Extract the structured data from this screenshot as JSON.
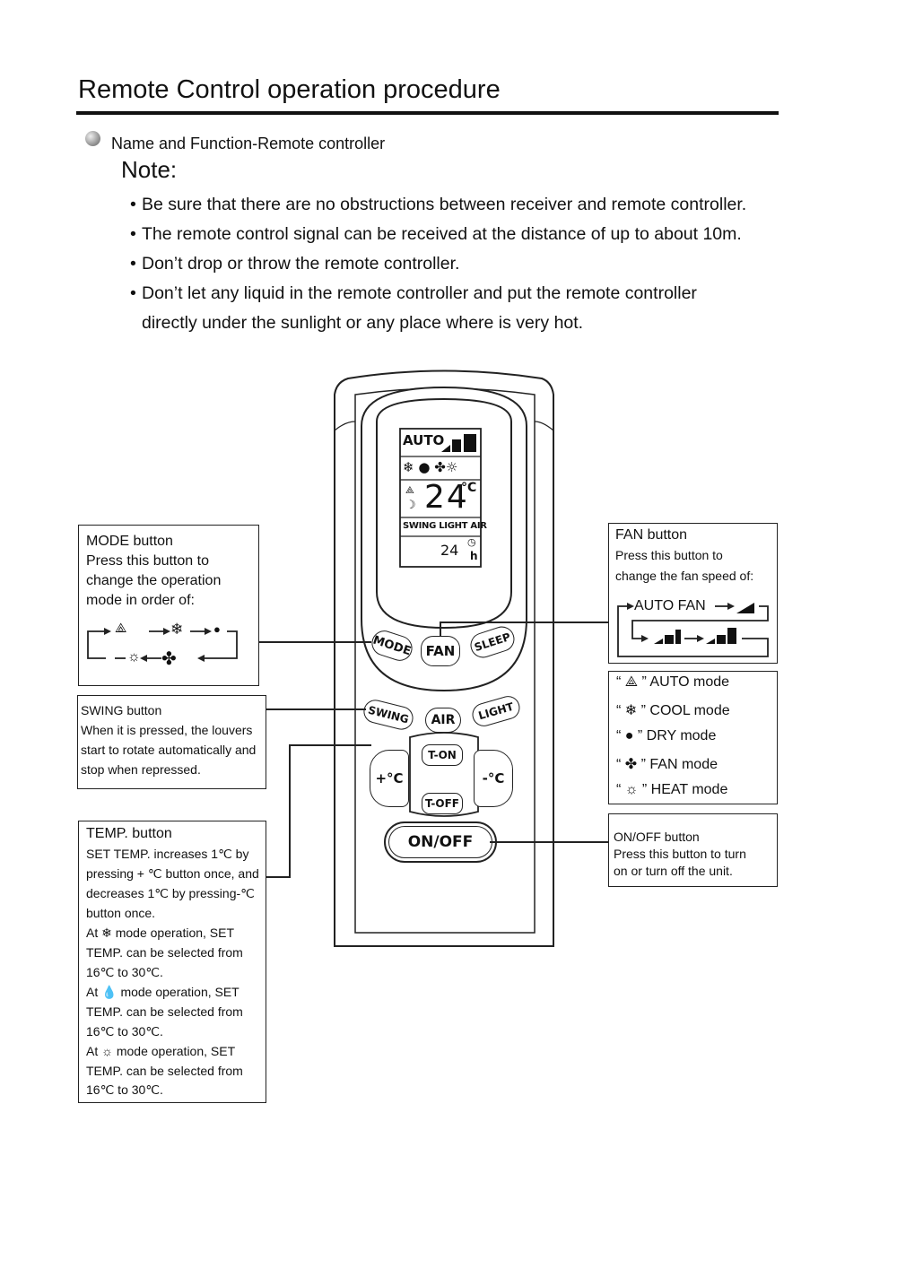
{
  "page": {
    "title": "Remote Control operation procedure",
    "section": "Name and Function-Remote controller",
    "note_heading": "Note:",
    "notes": [
      "Be sure that there are no obstructions between receiver and remote controller.",
      "The remote control signal can be received at the distance of up to about 10m.",
      "Don’t drop or throw the remote controller.",
      "Don’t let any liquid in the remote controller and put the remote controller",
      "directly under the sunlight or any place where is very hot."
    ]
  },
  "remote": {
    "display": {
      "auto_label": "AUTO",
      "temperature": "24",
      "temp_unit": "°C",
      "status_labels": "SWING LIGHT AIR",
      "timer_value": "24",
      "timer_unit": "h"
    },
    "buttons": {
      "mode": "MODE",
      "fan": "FAN",
      "sleep": "SLEEP",
      "swing": "SWING",
      "air": "AIR",
      "light": "LIGHT",
      "t_on": "T-ON",
      "t_off": "T-OFF",
      "temp_up": "+°C",
      "temp_down": "-°C",
      "on_off": "ON/OFF"
    }
  },
  "callouts": {
    "mode": {
      "lines": [
        "MODE button",
        "Press this button to",
        "change the operation",
        "mode in order of:"
      ]
    },
    "swing": {
      "lines": [
        "SWING button",
        "When it is pressed, the louvers",
        "start to rotate automatically and",
        "stop when repressed."
      ]
    },
    "temp": {
      "lines": [
        "TEMP. button",
        "SET TEMP. increases 1℃ by",
        "pressing + ℃ button once, and",
        "decreases 1℃ by pressing-℃",
        "button once.",
        "At ❄ mode operation, SET",
        "TEMP. can be selected from",
        "16℃ to 30℃.",
        "At 💧 mode operation, SET",
        "TEMP. can be selected from",
        "16℃ to 30℃.",
        "At ☼ mode operation, SET",
        "TEMP. can be selected from",
        "16℃ to 30℃."
      ]
    },
    "fan": {
      "lines": [
        "FAN button",
        "Press this button to",
        "change the fan speed of:"
      ],
      "auto_fan": "AUTO FAN"
    },
    "modes_legend": [
      {
        "icon": "auto-icon",
        "label": "AUTO mode"
      },
      {
        "icon": "snowflake-icon",
        "label": "COOL  mode"
      },
      {
        "icon": "drop-icon",
        "label": "DRY  mode"
      },
      {
        "icon": "fan-icon",
        "label": "FAN mode"
      },
      {
        "icon": "sun-icon",
        "label": "HEAT mode"
      }
    ],
    "onoff": {
      "lines": [
        "ON/OFF button",
        "Press this button to turn",
        "on or turn off the unit."
      ]
    }
  }
}
